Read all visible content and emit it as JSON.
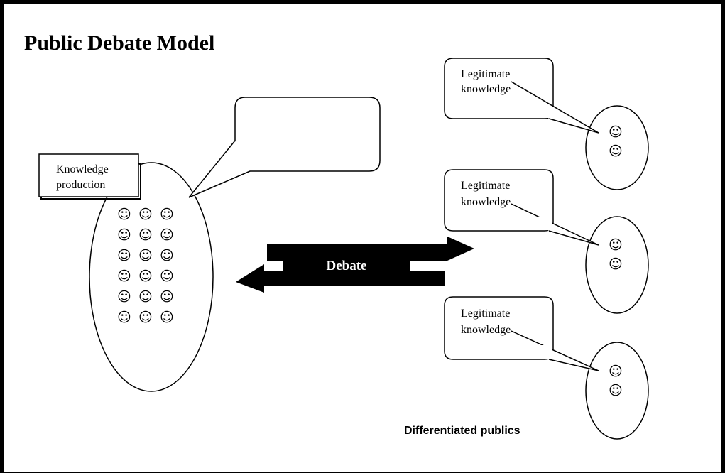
{
  "title": "Public Debate Model",
  "producer": {
    "label_line1": "Knowledge",
    "label_line2": "production",
    "empty_bubble": "",
    "smiley": "☺"
  },
  "arrow": {
    "label": "Debate"
  },
  "publics": {
    "caption": "Differentiated publics",
    "bubble_line1": "Legitimate",
    "bubble_line2": "knowledge",
    "smiley": "☺"
  }
}
